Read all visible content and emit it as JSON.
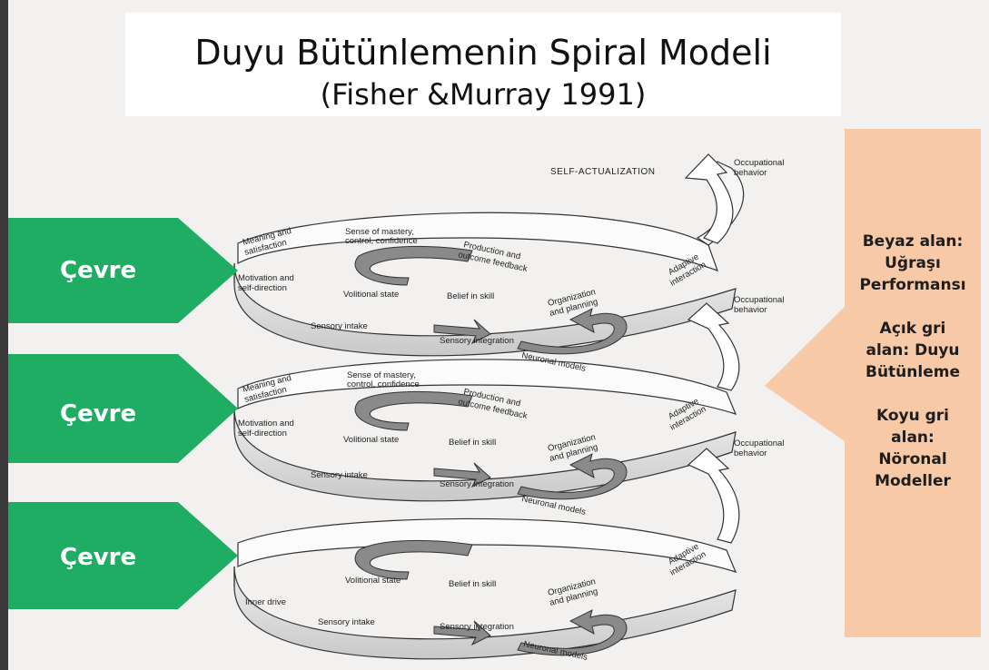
{
  "title": {
    "main": "Duyu Bütünlemenin Spiral Modeli",
    "sub": "(Fisher &Murray 1991)"
  },
  "left_arrows": [
    "Çevre",
    "Çevre",
    "Çevre"
  ],
  "side_panel": {
    "blocks": [
      [
        "Beyaz alan:",
        "Uğraşı",
        "Performansı"
      ],
      [
        "Açık gri",
        "alan: Duyu",
        "Bütünleme"
      ],
      [
        "Koyu gri",
        "alan:",
        "Nöronal",
        "Modeller"
      ]
    ]
  },
  "diagram_labels": {
    "self_actualization": "SELF-ACTUALIZATION",
    "occupational_behavior": [
      "Occupational",
      "behavior"
    ],
    "meaning": [
      "Meaning and",
      "satisfaction"
    ],
    "mastery": [
      "Sense of mastery,",
      "control, confidence"
    ],
    "production": [
      "Production and",
      "outcome feedback"
    ],
    "motivation": [
      "Motivation and",
      "self-direction"
    ],
    "volitional_state": "Volitional state",
    "belief_in_skill": "Belief in skill",
    "organization": [
      "Organization",
      "and planning"
    ],
    "adaptive": [
      "Adaptive",
      "interaction"
    ],
    "sensory_intake": "Sensory intake",
    "sensory_integration": "Sensory integration",
    "neuronal_models": "Neuronal models",
    "inner_drive": "Inner drive"
  },
  "colors": {
    "arrow_green": "#1fad63",
    "side_panel": "#f8c9a6",
    "dark_band": "#8a8a8a",
    "light_band": "#d4d4d4"
  }
}
